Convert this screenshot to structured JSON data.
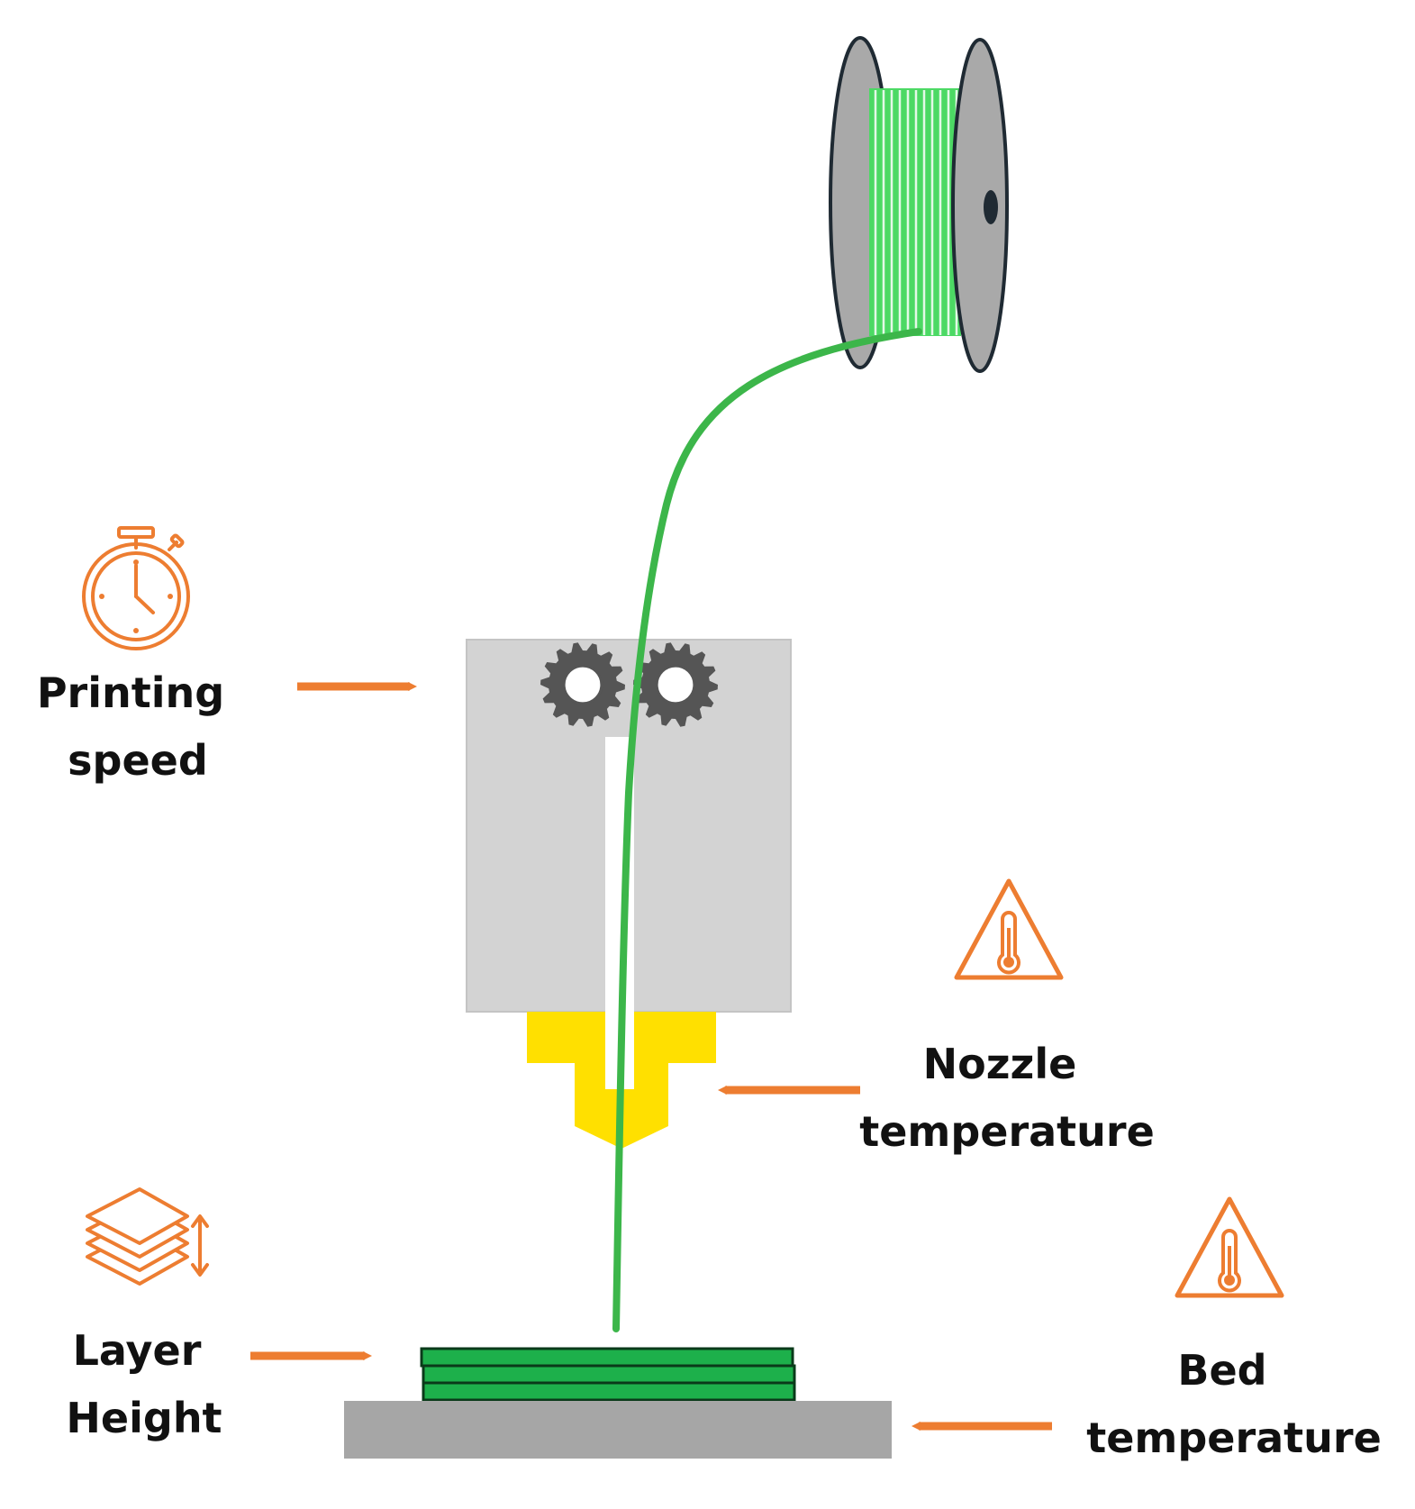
{
  "labels": {
    "printing_speed": [
      "Printing",
      "speed"
    ],
    "nozzle_temperature": [
      "Nozzle",
      "temperature"
    ],
    "layer_height": [
      "Layer",
      "Height"
    ],
    "bed_temperature": [
      "Bed",
      "temperature"
    ]
  },
  "icons": {
    "printing_speed": "stopwatch-icon",
    "nozzle_temperature": "thermometer-warning-icon",
    "layer_height": "layers-height-icon",
    "bed_temperature": "thermometer-warning-icon"
  },
  "colors": {
    "accent": "#ED7D31",
    "filament": "#3CB64A",
    "spool_filament": "#4CD964",
    "spool_flange": "#A9A9A9",
    "extruder_body": "#D3D3D3",
    "gear": "#555555",
    "nozzle": "#FFE000",
    "layers": "#1DB04B",
    "bed": "#A6A6A6",
    "text": "#111111"
  }
}
